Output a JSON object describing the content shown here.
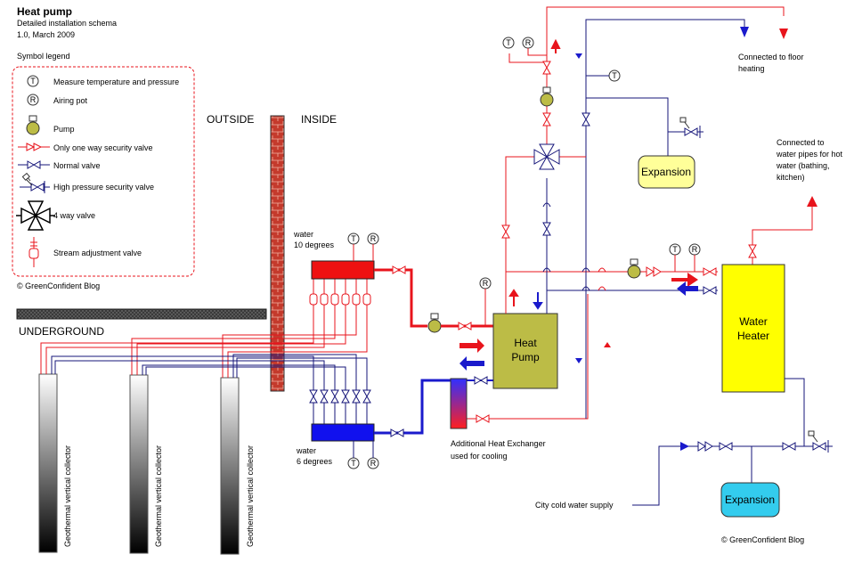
{
  "header": {
    "title": "Heat pump",
    "subtitle": "Detailed installation schema",
    "version": "1.0, March 2009"
  },
  "legend": {
    "title": "Symbol legend",
    "items": [
      {
        "symbol": "T",
        "label": "Measure temperature and pressure"
      },
      {
        "symbol": "R",
        "label": "Airing pot"
      },
      {
        "symbol": "pump",
        "label": "Pump"
      },
      {
        "symbol": "one-way-valve",
        "label": "Only one way security valve"
      },
      {
        "symbol": "normal-valve",
        "label": "Normal valve"
      },
      {
        "symbol": "hp-valve",
        "label": "High pressure security valve"
      },
      {
        "symbol": "four-way-valve",
        "label": "4 way valve"
      },
      {
        "symbol": "stream-valve",
        "label": "Stream adjustment valve"
      }
    ],
    "credit": "© GreenConfident Blog"
  },
  "labels": {
    "outside": "OUTSIDE",
    "inside": "INSIDE",
    "underground": "UNDERGROUND",
    "water_hot_1": "water",
    "water_hot_2": "10 degrees",
    "water_cold_1": "water",
    "water_cold_2": "6 degrees",
    "heat_pump_1": "Heat",
    "heat_pump_2": "Pump",
    "water_heater_1": "Water",
    "water_heater_2": "Heater",
    "expansion_top": "Expansion",
    "expansion_bottom": "Expansion",
    "floor_1": "Connected to floor",
    "floor_2": "heating",
    "hotwater_1": "Connected to",
    "hotwater_2": "water pipes for hot",
    "hotwater_3": "water (bathing,",
    "hotwater_4": "kitchen)",
    "exchanger_1": "Additional Heat Exchanger",
    "exchanger_2": "used for cooling",
    "city_water": "City cold water supply",
    "collector": "Geothermal vertical collector",
    "credit_bottom": "© GreenConfident Blog",
    "T": "T",
    "R": "R"
  },
  "colors": {
    "supply": "#e8141c",
    "return": "#1a1acc",
    "return_line": "#16167a",
    "heat_pump": "#bcbc46",
    "water_heater": "#ffff00",
    "expansion_top": "#ffff99",
    "expansion_bottom": "#33ccee",
    "wall": "#c43a2c"
  }
}
